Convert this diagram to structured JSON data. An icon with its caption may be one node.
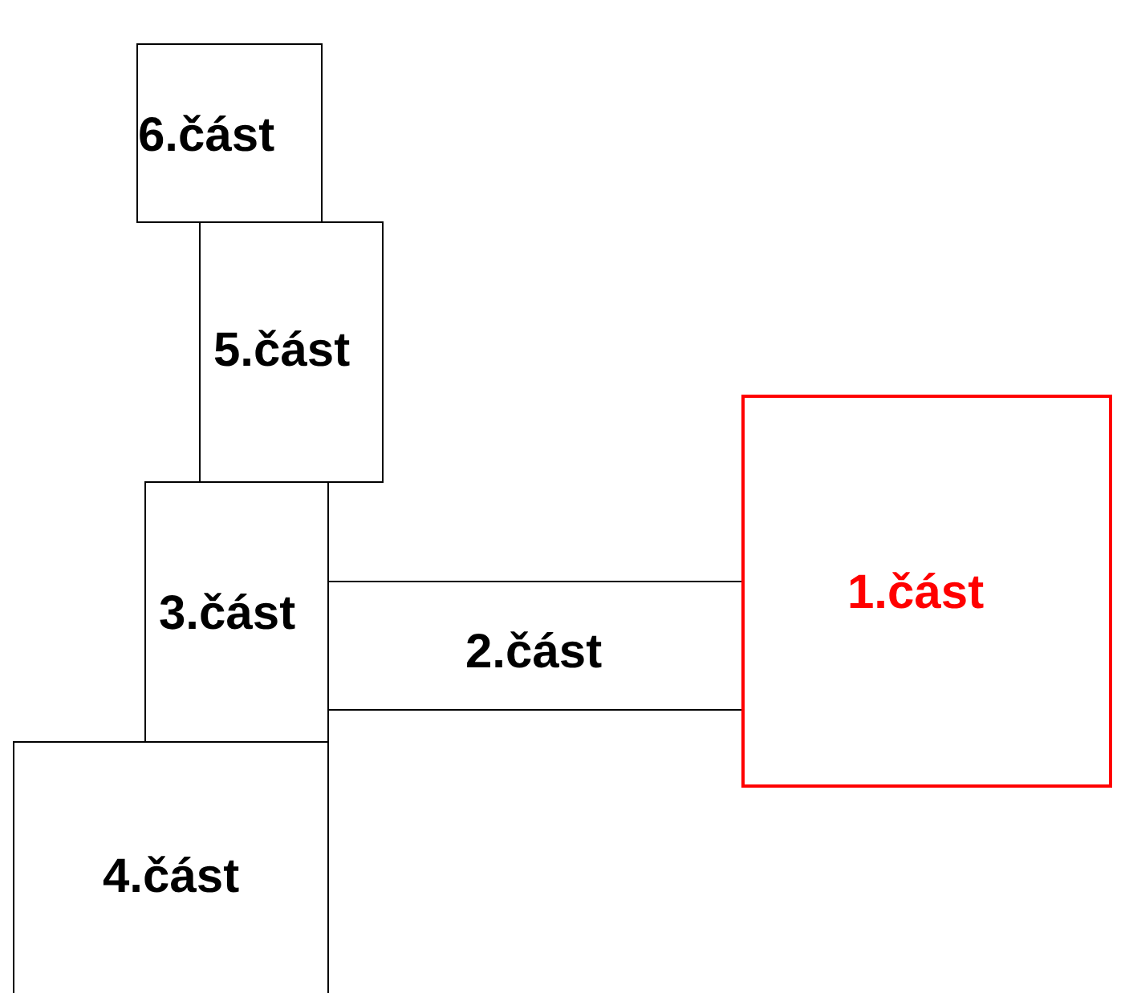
{
  "diagram": {
    "nodes": [
      {
        "text": [
          "6.část"
        ]
      },
      {
        "text": [
          "5.část"
        ]
      },
      {
        "text": [
          "1.část"
        ]
      },
      {
        "text": [
          "3.část"
        ]
      },
      {
        "text": [
          "2.část"
        ]
      },
      {
        "text": [
          "4.část"
        ]
      }
    ]
  }
}
